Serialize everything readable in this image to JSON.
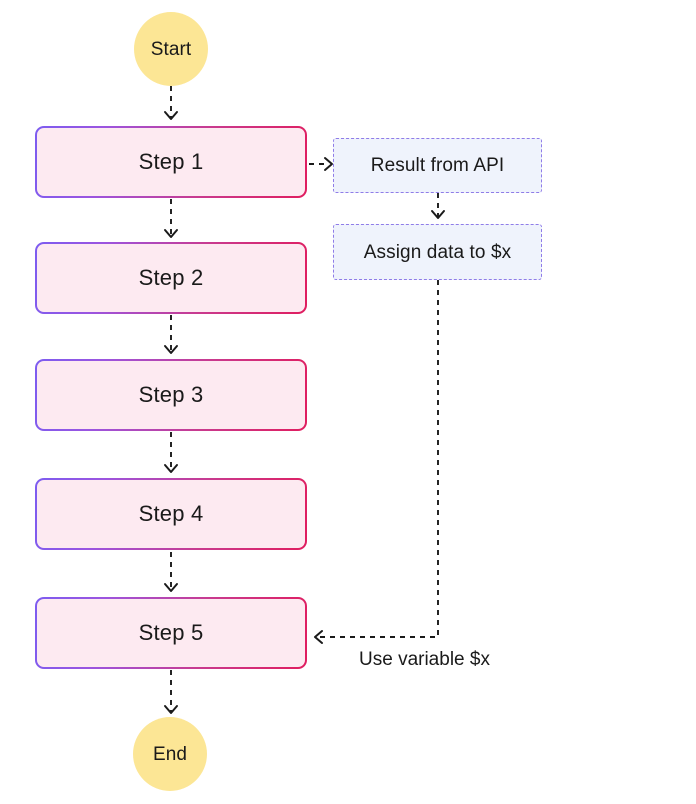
{
  "diagram": {
    "type": "flowchart",
    "orientation": "top-to-bottom",
    "background_color": "#ffffff",
    "colors": {
      "terminator_fill": "#fce695",
      "step_fill": "#fdeaf1",
      "step_border_gradient_start": "#7c5cf0",
      "step_border_gradient_end": "#e01d5f",
      "note_fill": "#eff3fc",
      "note_border": "#8f7ce8",
      "edge_color": "#1a1a1a",
      "text_color": "#1a1a1a"
    },
    "terminators": [
      {
        "id": "start",
        "label": "Start"
      },
      {
        "id": "end",
        "label": "End"
      }
    ],
    "steps": [
      {
        "id": "step1",
        "label": "Step 1"
      },
      {
        "id": "step2",
        "label": "Step 2"
      },
      {
        "id": "step3",
        "label": "Step 3"
      },
      {
        "id": "step4",
        "label": "Step 4"
      },
      {
        "id": "step5",
        "label": "Step 5"
      }
    ],
    "notes": [
      {
        "id": "note-result",
        "label": "Result from API"
      },
      {
        "id": "note-assign",
        "label": "Assign data to $x"
      }
    ],
    "edge_labels": [
      {
        "id": "use-variable",
        "label": "Use variable $x"
      }
    ],
    "edges": [
      {
        "from": "start",
        "to": "step1",
        "style": "dashed",
        "arrow": "down"
      },
      {
        "from": "step1",
        "to": "step2",
        "style": "dashed",
        "arrow": "down"
      },
      {
        "from": "step2",
        "to": "step3",
        "style": "dashed",
        "arrow": "down"
      },
      {
        "from": "step3",
        "to": "step4",
        "style": "dashed",
        "arrow": "down"
      },
      {
        "from": "step4",
        "to": "step5",
        "style": "dashed",
        "arrow": "down"
      },
      {
        "from": "step5",
        "to": "end",
        "style": "dashed",
        "arrow": "down"
      },
      {
        "from": "step1",
        "to": "note-result",
        "style": "dashed",
        "arrow": "right"
      },
      {
        "from": "note-result",
        "to": "note-assign",
        "style": "dashed",
        "arrow": "down"
      },
      {
        "from": "note-assign",
        "to": "step5",
        "style": "dashed",
        "arrow": "left",
        "label": "Use variable $x"
      }
    ]
  }
}
